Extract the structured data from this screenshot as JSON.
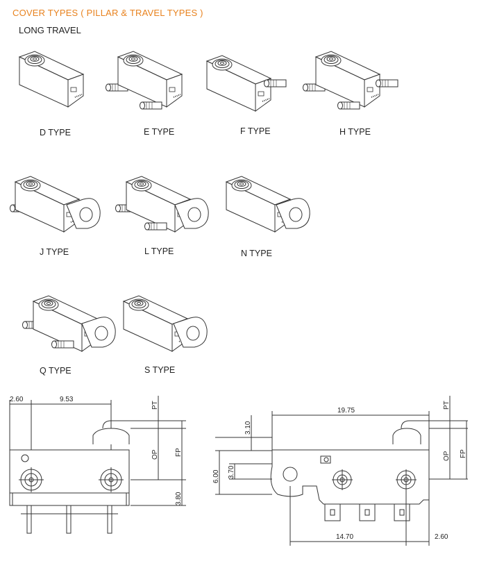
{
  "heading": "COVER TYPES ( PILLAR & TRAVEL TYPES )",
  "subheading": "LONG TRAVEL",
  "types": {
    "d": "D TYPE",
    "e": "E TYPE",
    "f": "F TYPE",
    "h": "H TYPE",
    "j": "J TYPE",
    "l": "L TYPE",
    "n": "N TYPE",
    "q": "Q TYPE",
    "s": "S TYPE"
  },
  "left_drawing": {
    "dim_top_a": "2.60",
    "dim_top_b": "9.53",
    "pt": "PT",
    "op": "OP",
    "fp": "FP",
    "dim_right": "3.80"
  },
  "right_drawing": {
    "dim_top": "19.75",
    "dim_left_a": "3.10",
    "dim_left_b": "3.70",
    "dim_left_c": "6.00",
    "pt": "PT",
    "op": "OP",
    "fp": "FP",
    "dim_bottom_a": "14.70",
    "dim_bottom_b": "2.60"
  },
  "colors": {
    "heading": "#e8821e",
    "line": "#333333"
  }
}
